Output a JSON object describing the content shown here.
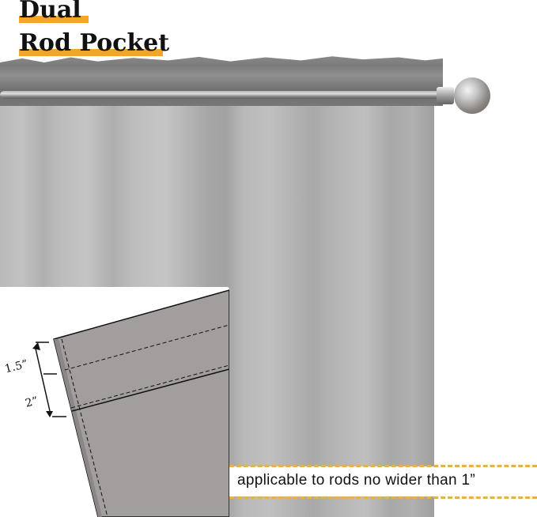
{
  "title": {
    "line1": "Dual",
    "line2": "Rod Pocket",
    "highlight_color": "#f3a626"
  },
  "diagram": {
    "dimension_top": "1.5”",
    "dimension_bottom": "2”",
    "fabric_color": "#a39e9e"
  },
  "note": {
    "text": "applicable to rods no wider than 1”",
    "dash_color": "#e8b04a"
  },
  "product": {
    "curtain_color": "#b5b5b5",
    "rod_finish": "brushed nickel"
  }
}
